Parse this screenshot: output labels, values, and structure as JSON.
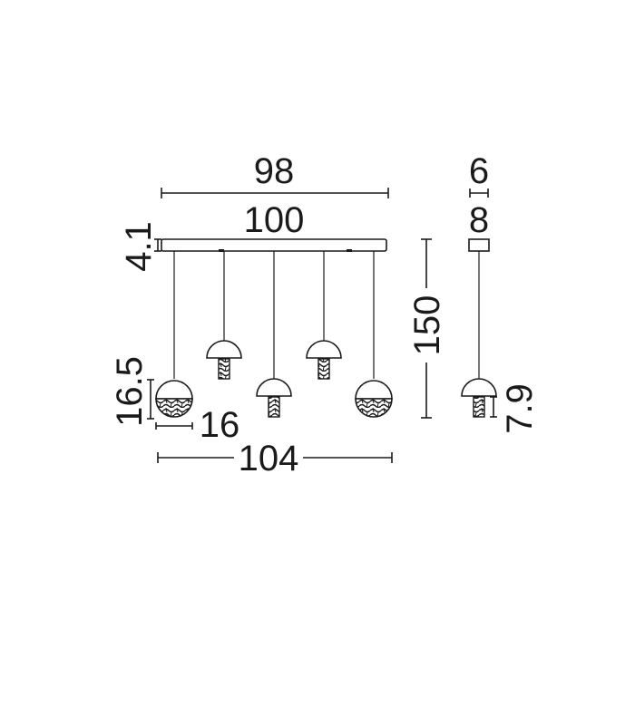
{
  "dimensions": {
    "canopy_inner_width": "98",
    "canopy_outer_width": "100",
    "canopy_height": "4.1",
    "total_drop": "150",
    "shade_height": "16.5",
    "shade_diameter": "16",
    "overall_width": "104",
    "side_canopy_depth": "6",
    "side_canopy_outer": "8",
    "side_shade_height": "7.9"
  },
  "colors": {
    "line": "#1a1a1a",
    "background": "#ffffff"
  }
}
